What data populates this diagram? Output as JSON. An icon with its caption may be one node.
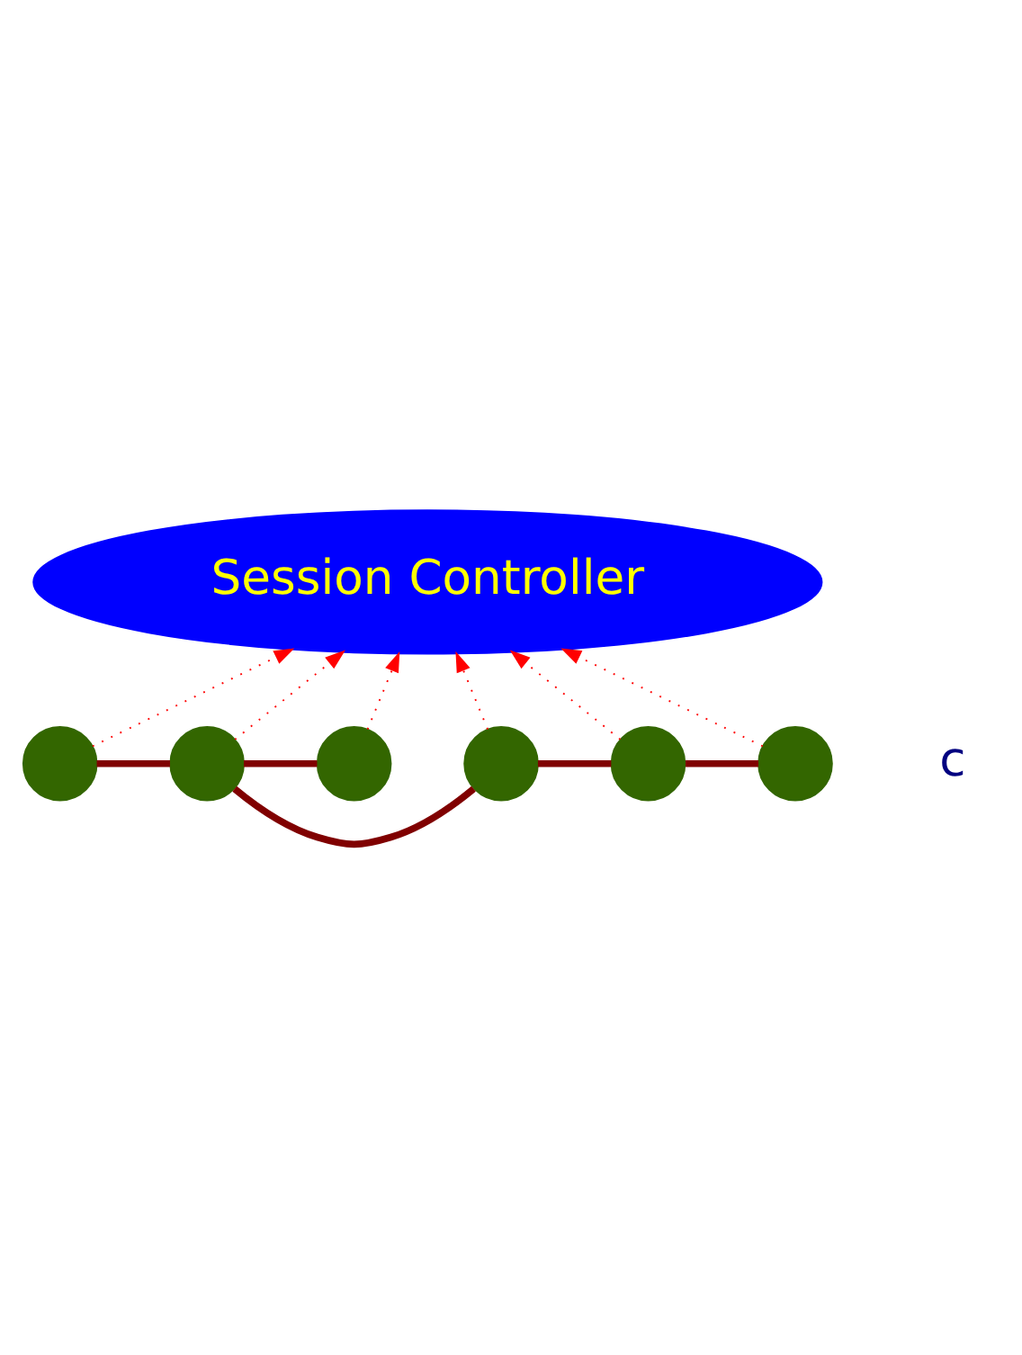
{
  "diagram": {
    "nodes": [
      {
        "text": [
          "Session Controller"
        ]
      },
      {
        "text": [],
        "shape": "circle"
      },
      {
        "text": [],
        "shape": "circle"
      },
      {
        "text": [],
        "shape": "circle"
      },
      {
        "text": [],
        "shape": "circle"
      },
      {
        "text": [],
        "shape": "circle"
      },
      {
        "text": [],
        "shape": "circle"
      }
    ],
    "edges": [
      {
        "from": 2,
        "to": 1,
        "arrow": "none",
        "style": "thick",
        "color": "#800000"
      },
      {
        "from": 2,
        "to": 3,
        "arrow": "none",
        "style": "thick",
        "color": "#800000"
      },
      {
        "from": 2,
        "to": 4,
        "arrow": "none",
        "style": "thick",
        "color": "#800000"
      },
      {
        "from": 4,
        "to": 5,
        "arrow": "none",
        "style": "thick",
        "color": "#800000"
      },
      {
        "from": 5,
        "to": 6,
        "arrow": "none",
        "style": "thick",
        "color": "#800000"
      },
      {
        "from": 6,
        "to": 0,
        "arrow": "to",
        "style": "dashed",
        "color": "#ff0000"
      },
      {
        "from": 4,
        "to": 0,
        "arrow": "to",
        "style": "dashed",
        "color": "#ff0000"
      },
      {
        "from": 2,
        "to": 0,
        "arrow": "to",
        "style": "dashed",
        "color": "#ff0000"
      },
      {
        "from": 5,
        "to": 0,
        "arrow": "to",
        "style": "dashed",
        "color": "#ff0000"
      },
      {
        "from": 3,
        "to": 0,
        "arrow": "to",
        "style": "dashed",
        "color": "#ff0000"
      },
      {
        "from": 1,
        "to": 0,
        "arrow": "to",
        "style": "dashed",
        "color": "#ff0000"
      }
    ],
    "labels": [
      "c"
    ]
  }
}
